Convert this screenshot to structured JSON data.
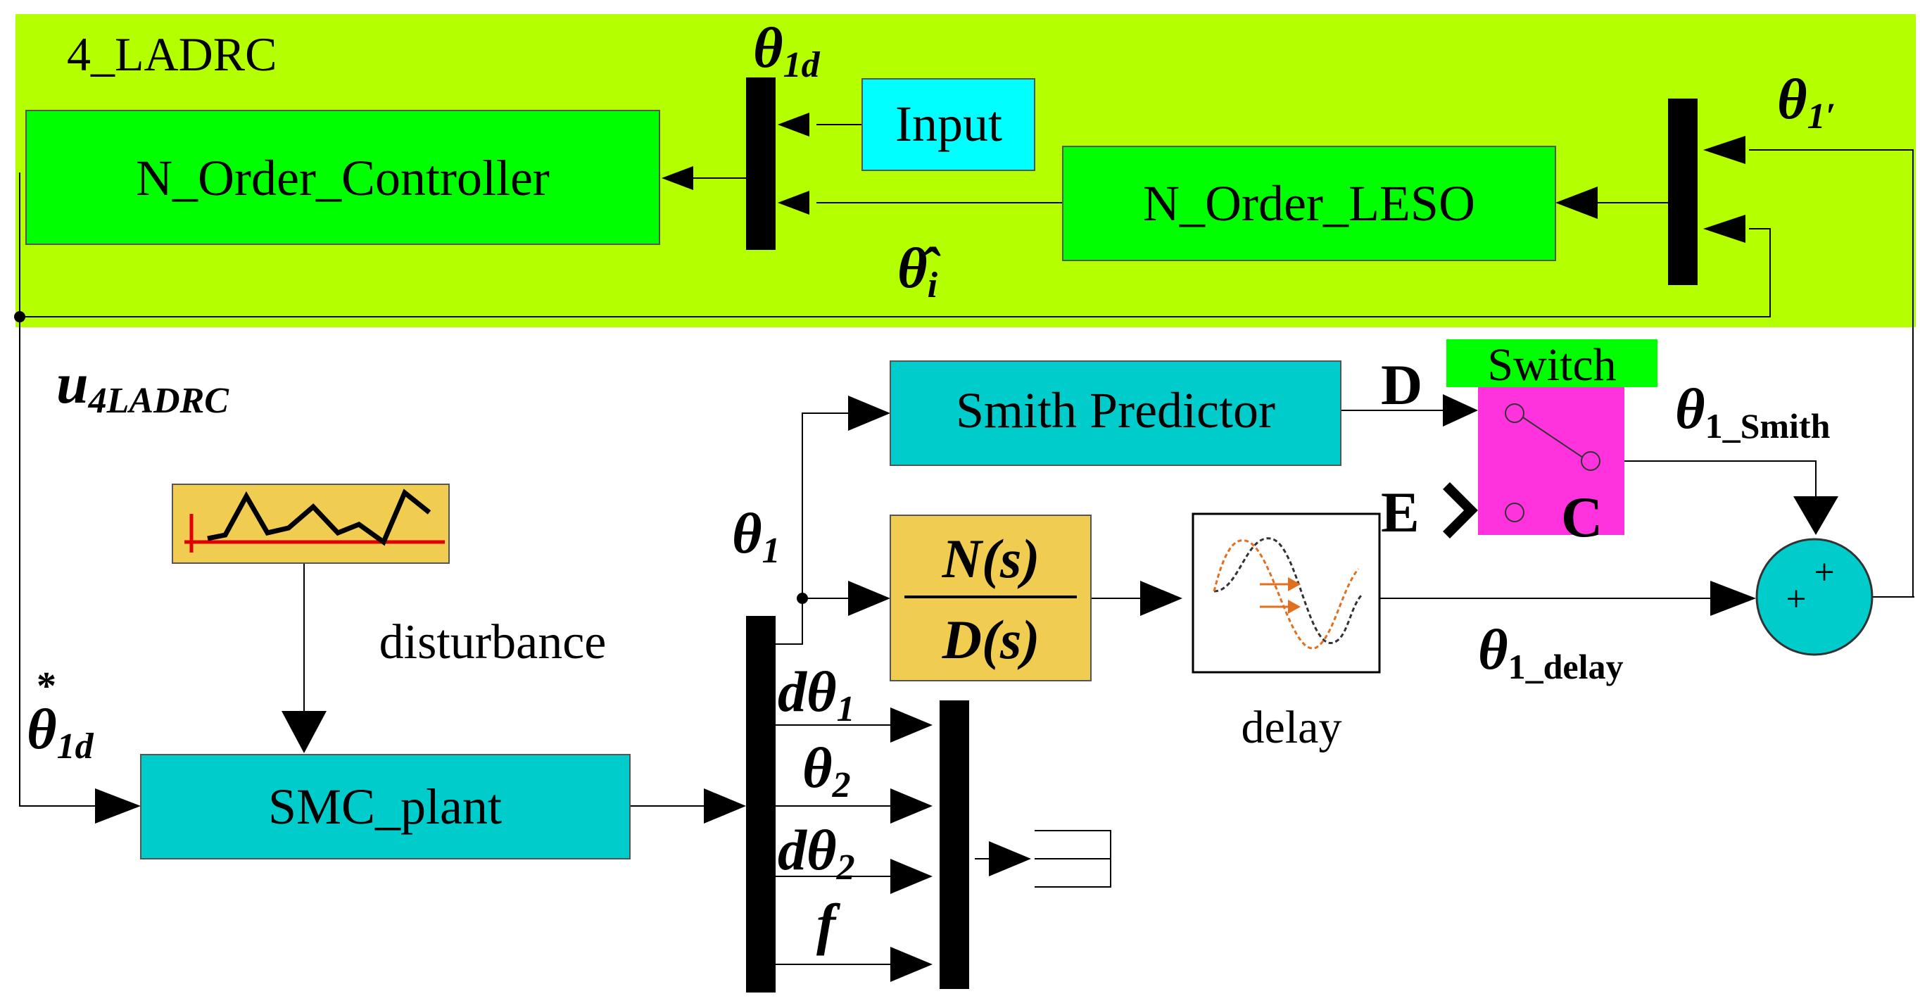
{
  "subsystem": {
    "title": "4_LADRC",
    "color": "#b4ff00"
  },
  "blocks": {
    "controller": {
      "label": "N_Order_Controller",
      "color": "#00ff00"
    },
    "input": {
      "label": "Input",
      "color": "#00ffff"
    },
    "leso": {
      "label": "N_Order_LESO",
      "color": "#00ff00"
    },
    "smith": {
      "label": "Smith Predictor",
      "color": "#00cccc"
    },
    "tf": {
      "numerator": "N(s)",
      "denominator": "D(s)",
      "color": "#f0cc50"
    },
    "delay": {
      "label": "delay"
    },
    "plant": {
      "label": "SMC_plant",
      "color": "#00cccc"
    },
    "switch": {
      "label": "Switch",
      "label_bg": "#00ff00",
      "color": "#ff33dd",
      "port_d": "D",
      "port_e": "E",
      "port_c": "C"
    },
    "disturbance": {
      "label": "disturbance",
      "color": "#f0cc50"
    }
  },
  "signals": {
    "theta_1d_top": {
      "base": "θ",
      "sub": "1d"
    },
    "theta_1prime": {
      "base": "θ",
      "sub": "1′"
    },
    "theta_hat_i": {
      "base": "θ̂",
      "sub": "i"
    },
    "u_4ladrc": {
      "base": "u",
      "sub": "4LADRC"
    },
    "theta_1": {
      "base": "θ",
      "sub": "1"
    },
    "theta_1_smith": {
      "base": "θ",
      "sub": "1_Smith"
    },
    "theta_1_delay": {
      "base": "θ",
      "sub": "1_delay"
    },
    "theta_star_1d": {
      "base": "θ",
      "sub": "1d",
      "sup": "*"
    },
    "d_theta_1": {
      "base": "dθ",
      "sub": "1"
    },
    "theta_2": {
      "base": "θ",
      "sub": "2"
    },
    "d_theta_2": {
      "base": "dθ",
      "sub": "2"
    },
    "f": {
      "base": "f"
    }
  },
  "sum": {
    "sign_top": "+",
    "sign_left": "+",
    "color": "#00cccc"
  }
}
